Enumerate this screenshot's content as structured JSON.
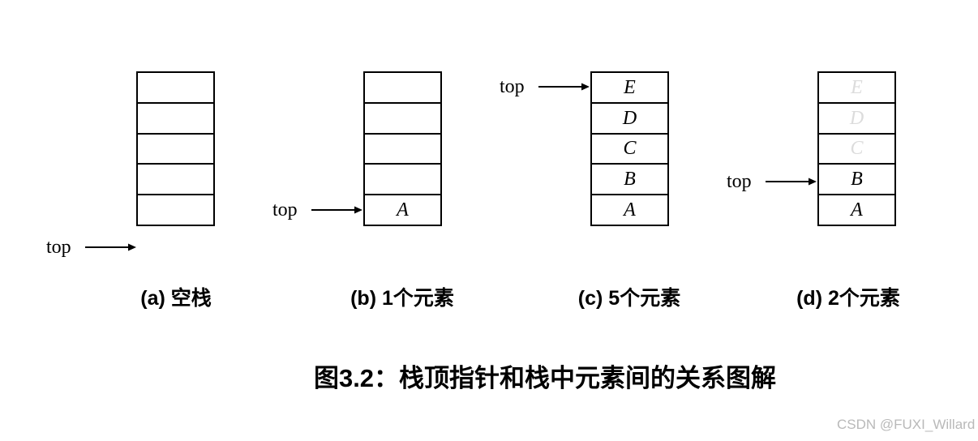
{
  "colors": {
    "line": "#000000",
    "text": "#000000",
    "faded_letter": "#dcdcdc",
    "watermark": "#b9b9b9"
  },
  "stacks": [
    {
      "name": "a",
      "pointer_label": "top",
      "caption": "(a) 空栈",
      "cells": [
        "",
        "",
        "",
        "",
        ""
      ]
    },
    {
      "name": "b",
      "pointer_label": "top",
      "caption": "(b) 1个元素",
      "cells": [
        "",
        "",
        "",
        "",
        "A"
      ]
    },
    {
      "name": "c",
      "pointer_label": "top",
      "caption": "(c) 5个元素",
      "cells": [
        "E",
        "D",
        "C",
        "B",
        "A"
      ]
    },
    {
      "name": "d",
      "pointer_label": "top",
      "caption": "(d) 2个元素",
      "cells": [
        "E",
        "D",
        "C",
        "B",
        "A"
      ],
      "faded_cell_indexes": [
        0,
        1,
        2
      ]
    }
  ],
  "figure_caption": "图3.2：栈顶指针和栈中元素间的关系图解",
  "watermark": "CSDN @FUXI_Willard"
}
